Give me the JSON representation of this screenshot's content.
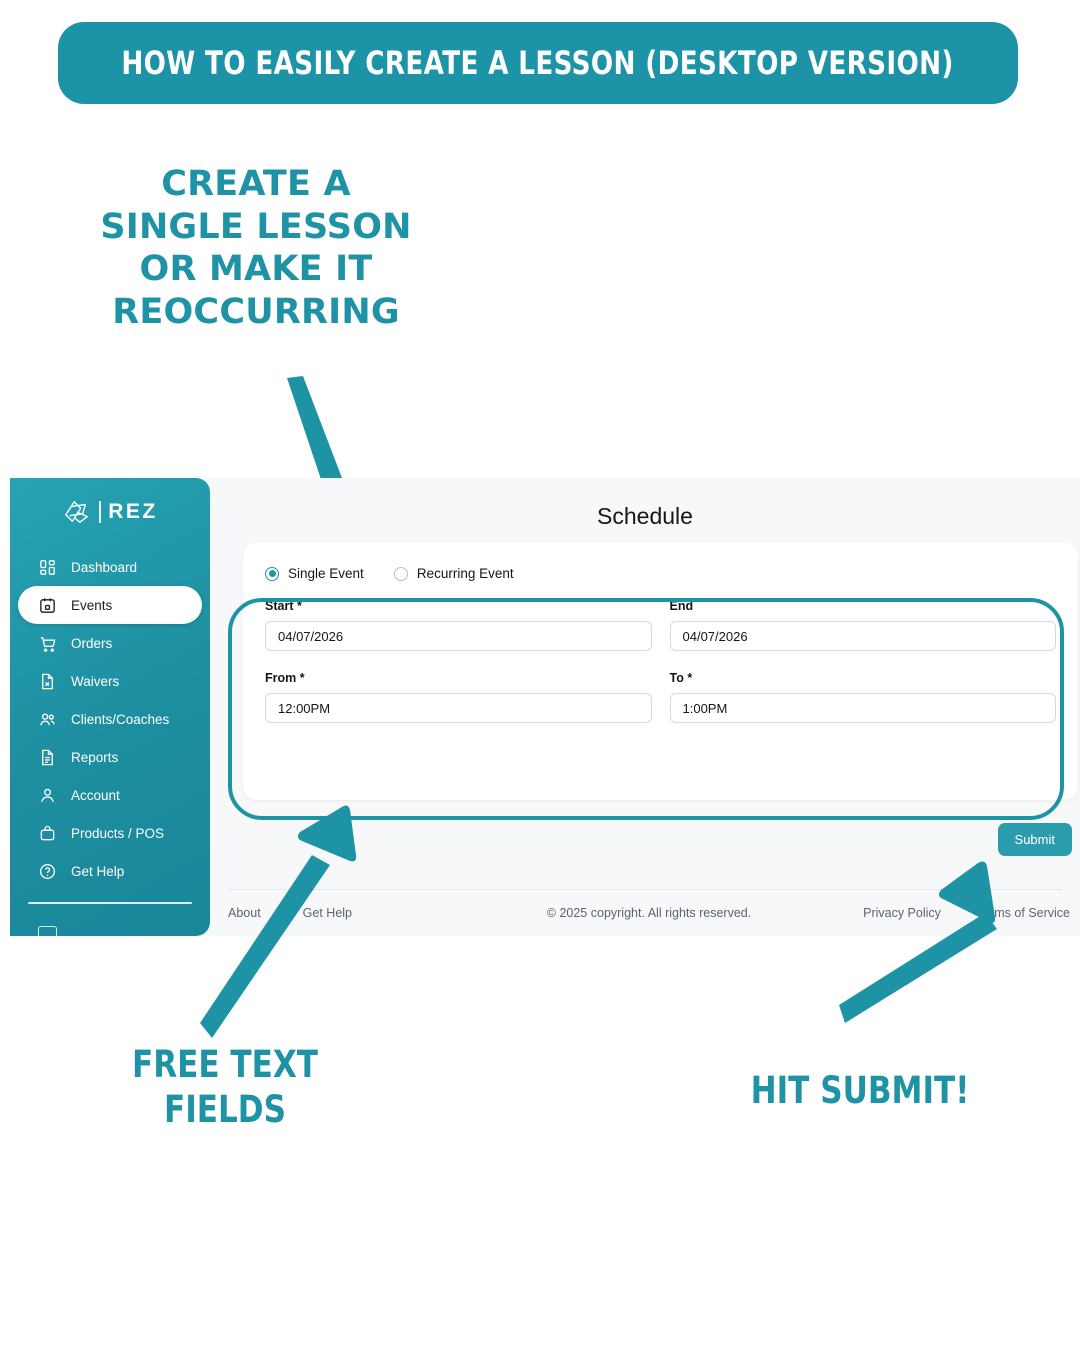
{
  "banner": {
    "title": "HOW TO EASILY CREATE A LESSON (DESKTOP VERSION)"
  },
  "annotations": {
    "top": "CREATE A\nSINGLE LESSON\nOR MAKE IT\nREOCCURRING",
    "bottom_left": "FREE TEXT\nFIELDS",
    "bottom_right": "HIT SUBMIT!"
  },
  "colors": {
    "teal": "#1f93a6",
    "banner_teal": "#1c93a7",
    "submit_teal": "#2a9cae",
    "sidebar_top": "#26a3b4",
    "sidebar_bottom": "#19869a"
  },
  "app": {
    "sidebar": {
      "logo_text": "REZ",
      "logo_icon": "rez-logo-mark",
      "items": [
        {
          "label": "Dashboard",
          "icon": "grid-icon",
          "active": false
        },
        {
          "label": "Events",
          "icon": "calendar-icon",
          "active": true
        },
        {
          "label": "Orders",
          "icon": "cart-icon",
          "active": false
        },
        {
          "label": "Waivers",
          "icon": "document-x-icon",
          "active": false
        },
        {
          "label": "Clients/Coaches",
          "icon": "people-icon",
          "active": false
        },
        {
          "label": "Reports",
          "icon": "report-icon",
          "active": false
        },
        {
          "label": "Account",
          "icon": "person-icon",
          "active": false
        },
        {
          "label": "Products / POS",
          "icon": "bag-icon",
          "active": false
        },
        {
          "label": "Get Help",
          "icon": "question-circle-icon",
          "active": false
        }
      ]
    },
    "page_title": "Schedule",
    "event_type": {
      "options": [
        {
          "label": "Single Event",
          "selected": true
        },
        {
          "label": "Recurring Event",
          "selected": false
        }
      ]
    },
    "form": {
      "rows": [
        [
          {
            "label": "Start *",
            "value": "04/07/2026"
          },
          {
            "label": "End",
            "value": "04/07/2026"
          }
        ],
        [
          {
            "label": "From *",
            "value": "12:00PM"
          },
          {
            "label": "To *",
            "value": "1:00PM"
          }
        ]
      ]
    },
    "submit_label": "Submit",
    "footer": {
      "left": [
        "About",
        "Get Help"
      ],
      "center": "© 2025 copyright. All rights reserved.",
      "right": [
        "Privacy Policy",
        "Terms of Service"
      ]
    }
  }
}
